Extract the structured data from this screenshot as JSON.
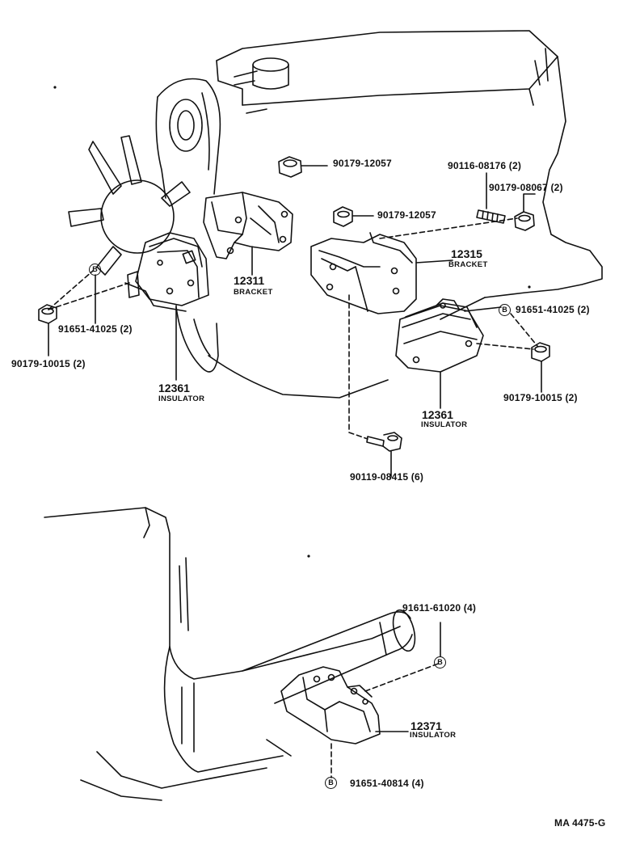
{
  "callouts": {
    "upper_nut_1": "90179-12057",
    "stud_bolt": "90116-08176 (2)",
    "nut_right_top": "90179-08067 (2)",
    "upper_nut_2": "90179-12057",
    "bracket_right_number": "12315",
    "bracket_right_name": "BRACKET",
    "bracket_left_number": "12311",
    "bracket_left_name": "BRACKET",
    "washer_left": "91651-41025 (2)",
    "nut_left": "90179-10015 (2)",
    "insulator_left_number": "12361",
    "insulator_left_name": "INSULATOR",
    "washer_right": "91651-41025 (2)",
    "nut_right": "90179-10015 (2)",
    "insulator_right_number": "12361",
    "insulator_right_name": "INSULATOR",
    "bolt_bottom": "90119-08415 (6)",
    "bolt_rear_upper": "91611-61020 (4)",
    "insulator_rear_number": "12371",
    "insulator_rear_name": "INSULATOR",
    "bolt_rear_lower": "91651-40814 (4)"
  },
  "markers": {
    "b_symbol": "B"
  },
  "footer": {
    "code": "MA 4475-G"
  }
}
